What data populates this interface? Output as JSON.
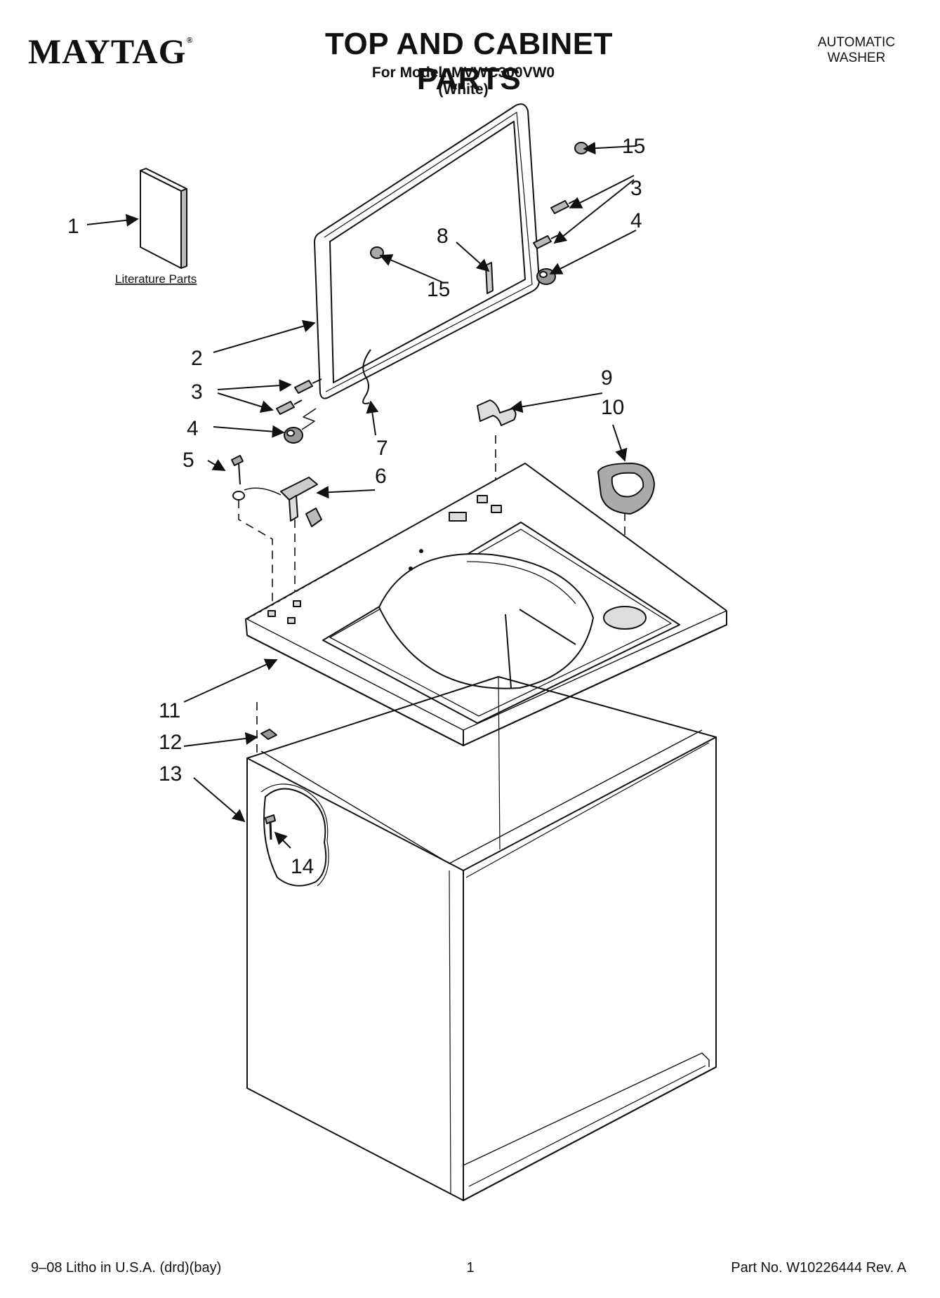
{
  "header": {
    "brand": "MAYTAG",
    "brand_mark": "®",
    "title": "TOP AND CABINET PARTS",
    "model_line": "For Model: MVWC300VW0",
    "color_line": "(White)",
    "appliance_type_line1": "AUTOMATIC",
    "appliance_type_line2": "WASHER"
  },
  "diagram": {
    "literature_label": "Literature Parts",
    "callouts": [
      "1",
      "2",
      "3",
      "3",
      "4",
      "4",
      "5",
      "6",
      "7",
      "8",
      "9",
      "10",
      "11",
      "12",
      "13",
      "14",
      "15",
      "15"
    ]
  },
  "footer": {
    "left": "9–08 Litho in U.S.A. (drd)(bay)",
    "page_number": "1",
    "right": "Part No. W10226444 Rev. A"
  },
  "colors": {
    "ink": "#111111",
    "paper": "#ffffff"
  }
}
